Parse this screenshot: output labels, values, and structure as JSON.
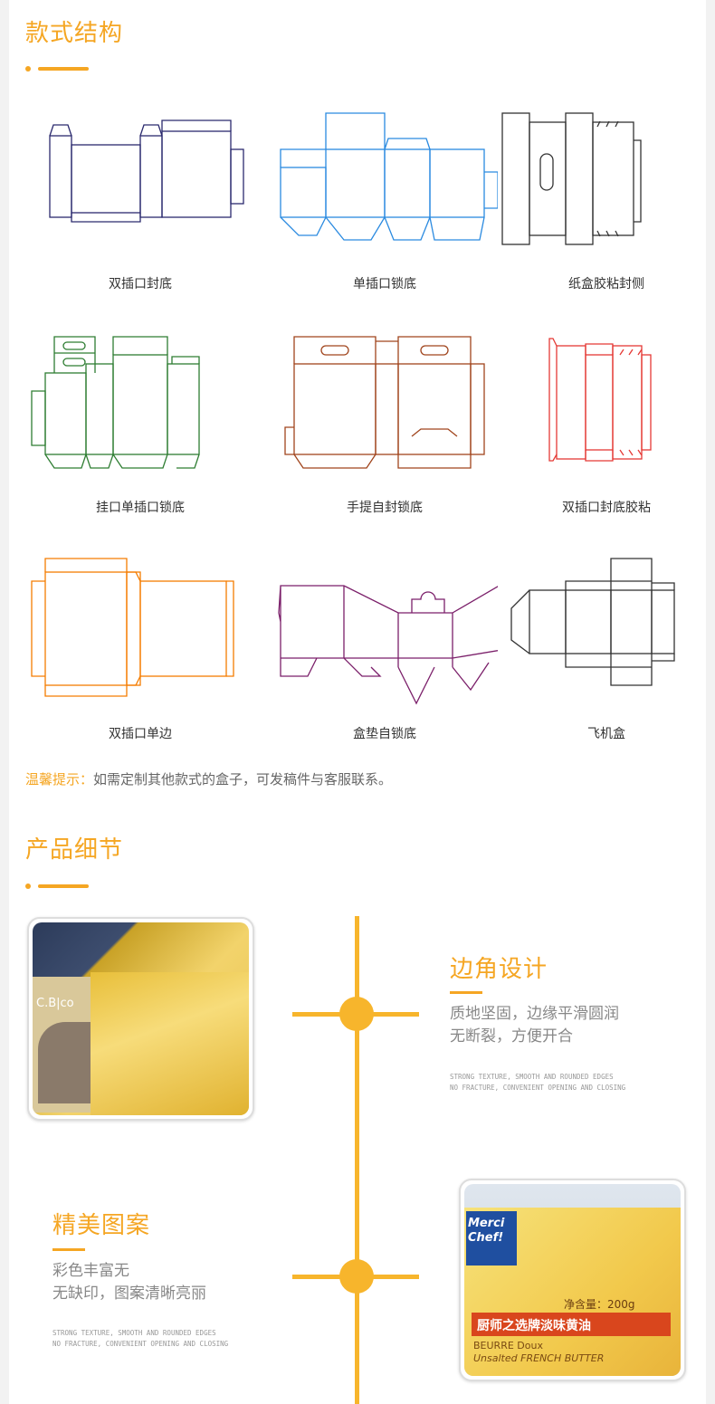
{
  "section1": {
    "title": "款式结构"
  },
  "styles": [
    {
      "label": "双插口封底",
      "color": "#2b2a6e"
    },
    {
      "label": "单插口锁底",
      "color": "#2a8ae0"
    },
    {
      "label": "纸盒胶粘封侧",
      "color": "#333333"
    },
    {
      "label": "挂口单插口锁底",
      "color": "#2e7d32"
    },
    {
      "label": "手提自封锁底",
      "color": "#a0441c"
    },
    {
      "label": "双插口封底胶粘",
      "color": "#e53935"
    },
    {
      "label": "双插口单边",
      "color": "#f57c00"
    },
    {
      "label": "盒垫自锁底",
      "color": "#7b1f6a"
    },
    {
      "label": "飞机盒",
      "color": "#333333"
    }
  ],
  "tip": {
    "prefix": "温馨提示：",
    "text": "如需定制其他款式的盒子，可发稿件与客服联系。"
  },
  "section2": {
    "title": "产品细节"
  },
  "features": [
    {
      "title": "边角设计",
      "desc1": "质地坚固，边缘平滑圆润",
      "desc2": "无断裂，方便开合",
      "en1": "STRONG TEXTURE, SMOOTH AND ROUNDED EDGES",
      "en2": "NO FRACTURE, CONVENIENT OPENING AND CLOSING",
      "image_text": "C.B|co"
    },
    {
      "title": "精美图案",
      "desc1": "彩色丰富无",
      "desc2": "无缺印，图案清晰亮丽",
      "en1": "STRONG TEXTURE, SMOOTH AND ROUNDED EDGES",
      "en2": "NO FRACTURE, CONVENIENT OPENING AND CLOSING",
      "image_brand": "Merci Chef!",
      "image_weight": "净含量：200g",
      "image_name": "厨师之选牌淡味黄油",
      "image_sub1": "BEURRE Doux",
      "image_sub2": "Unsalted FRENCH BUTTER"
    }
  ],
  "accent": "#f5a623"
}
